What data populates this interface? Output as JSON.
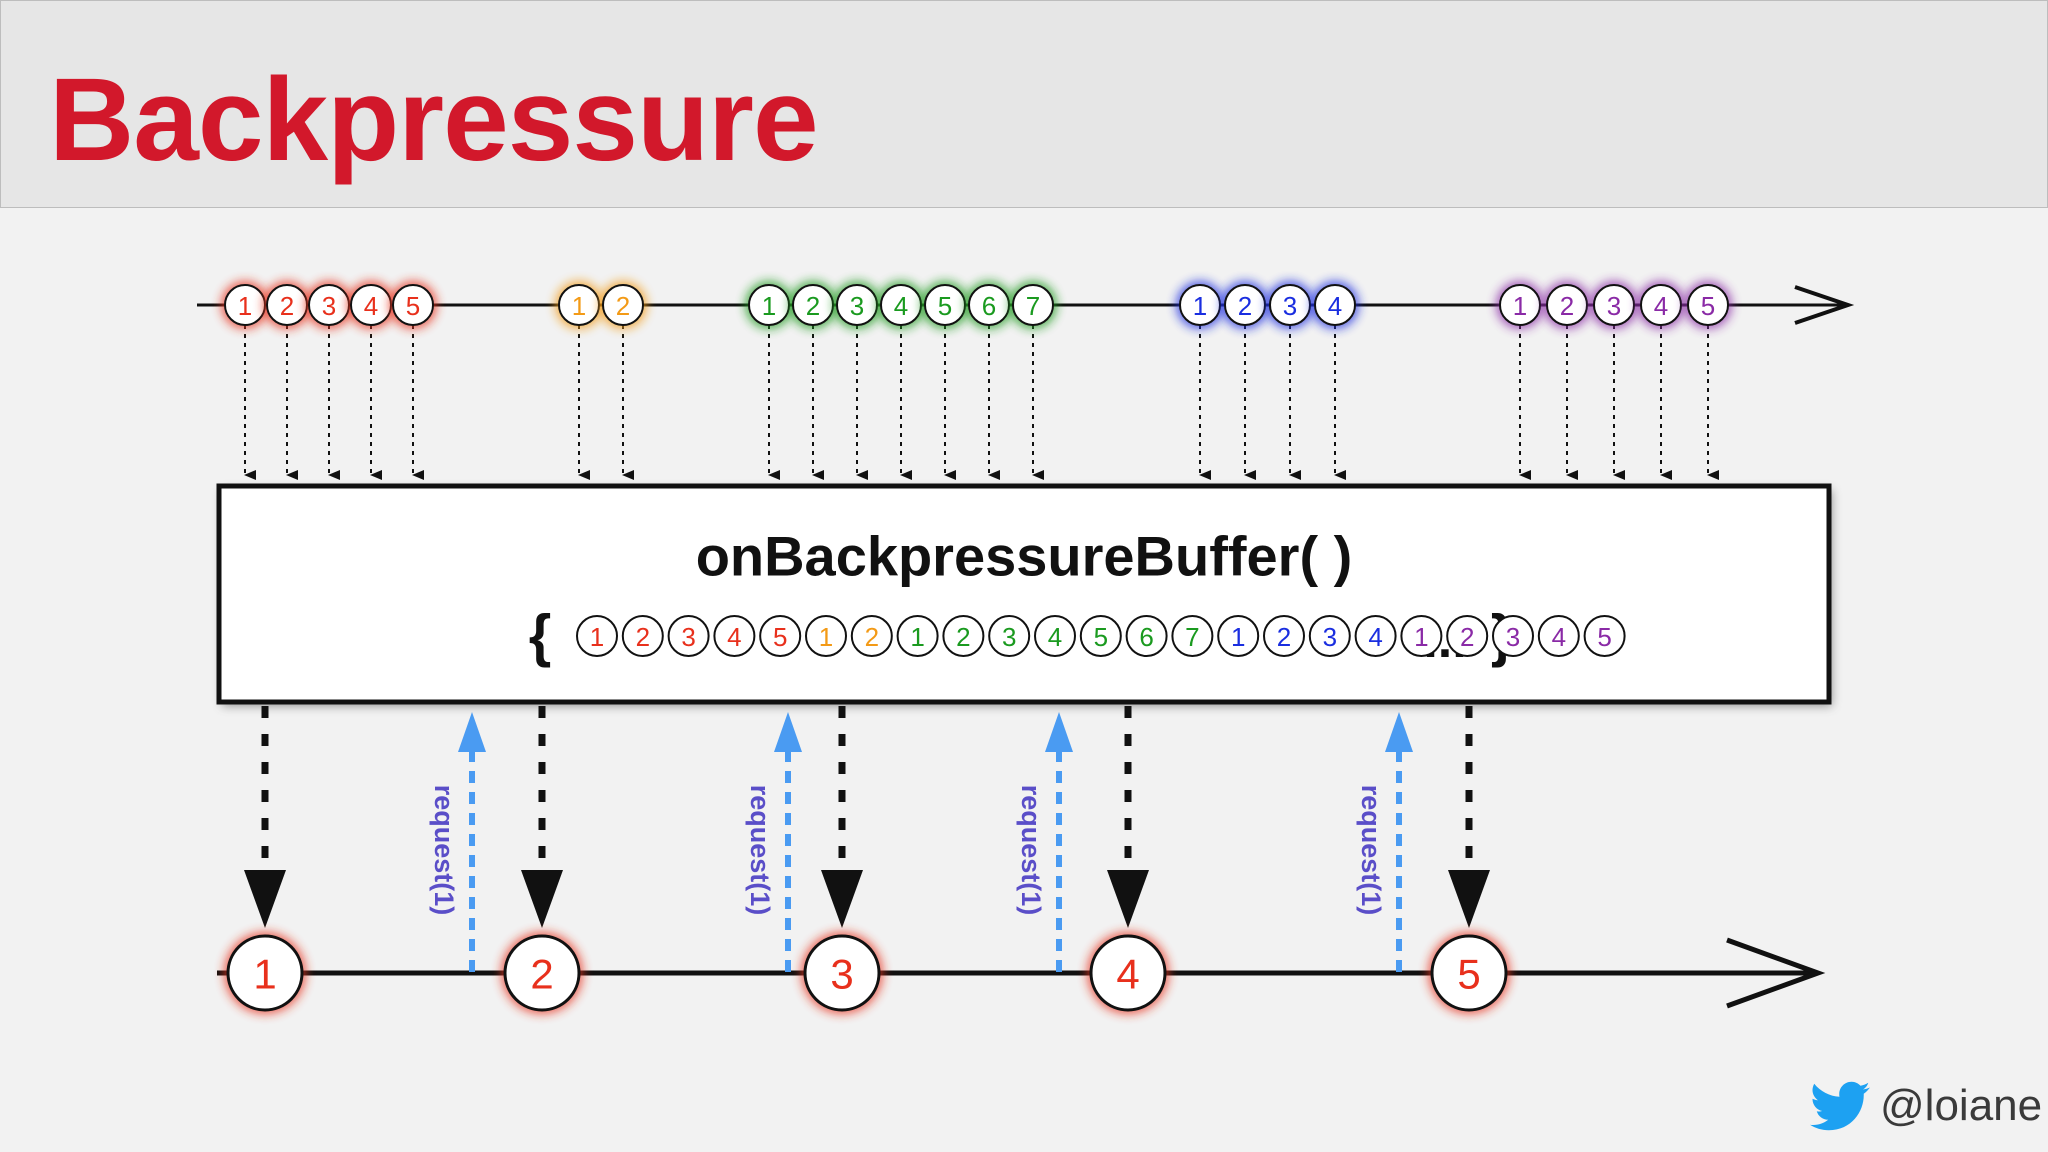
{
  "slide": {
    "title": "Backpressure",
    "twitter_handle": "@loiane",
    "twitter_icon": "twitter-bird-icon"
  },
  "colors": {
    "title": "#d2182b",
    "red": "#e8301c",
    "orange": "#f39a16",
    "green": "#1a9a1f",
    "blue": "#1a2ee0",
    "purple": "#8a2aa6",
    "request": "#4a9bf2",
    "request_text": "#5a4ec8",
    "twitter": "#1da1f2"
  },
  "diagram": {
    "operator_label": "onBackpressureBuffer( )",
    "buffer_open": "{",
    "buffer_ellipsis": "...",
    "buffer_close": "}",
    "input_groups": [
      {
        "color": "red",
        "items": [
          "1",
          "2",
          "3",
          "4",
          "5"
        ]
      },
      {
        "color": "orange",
        "items": [
          "1",
          "2"
        ]
      },
      {
        "color": "green",
        "items": [
          "1",
          "2",
          "3",
          "4",
          "5",
          "6",
          "7"
        ]
      },
      {
        "color": "blue",
        "items": [
          "1",
          "2",
          "3",
          "4"
        ]
      },
      {
        "color": "purple",
        "items": [
          "1",
          "2",
          "3",
          "4",
          "5"
        ]
      }
    ],
    "output_items": [
      "1",
      "2",
      "3",
      "4",
      "5"
    ],
    "request_label": "request(1)",
    "request_count": 4
  }
}
